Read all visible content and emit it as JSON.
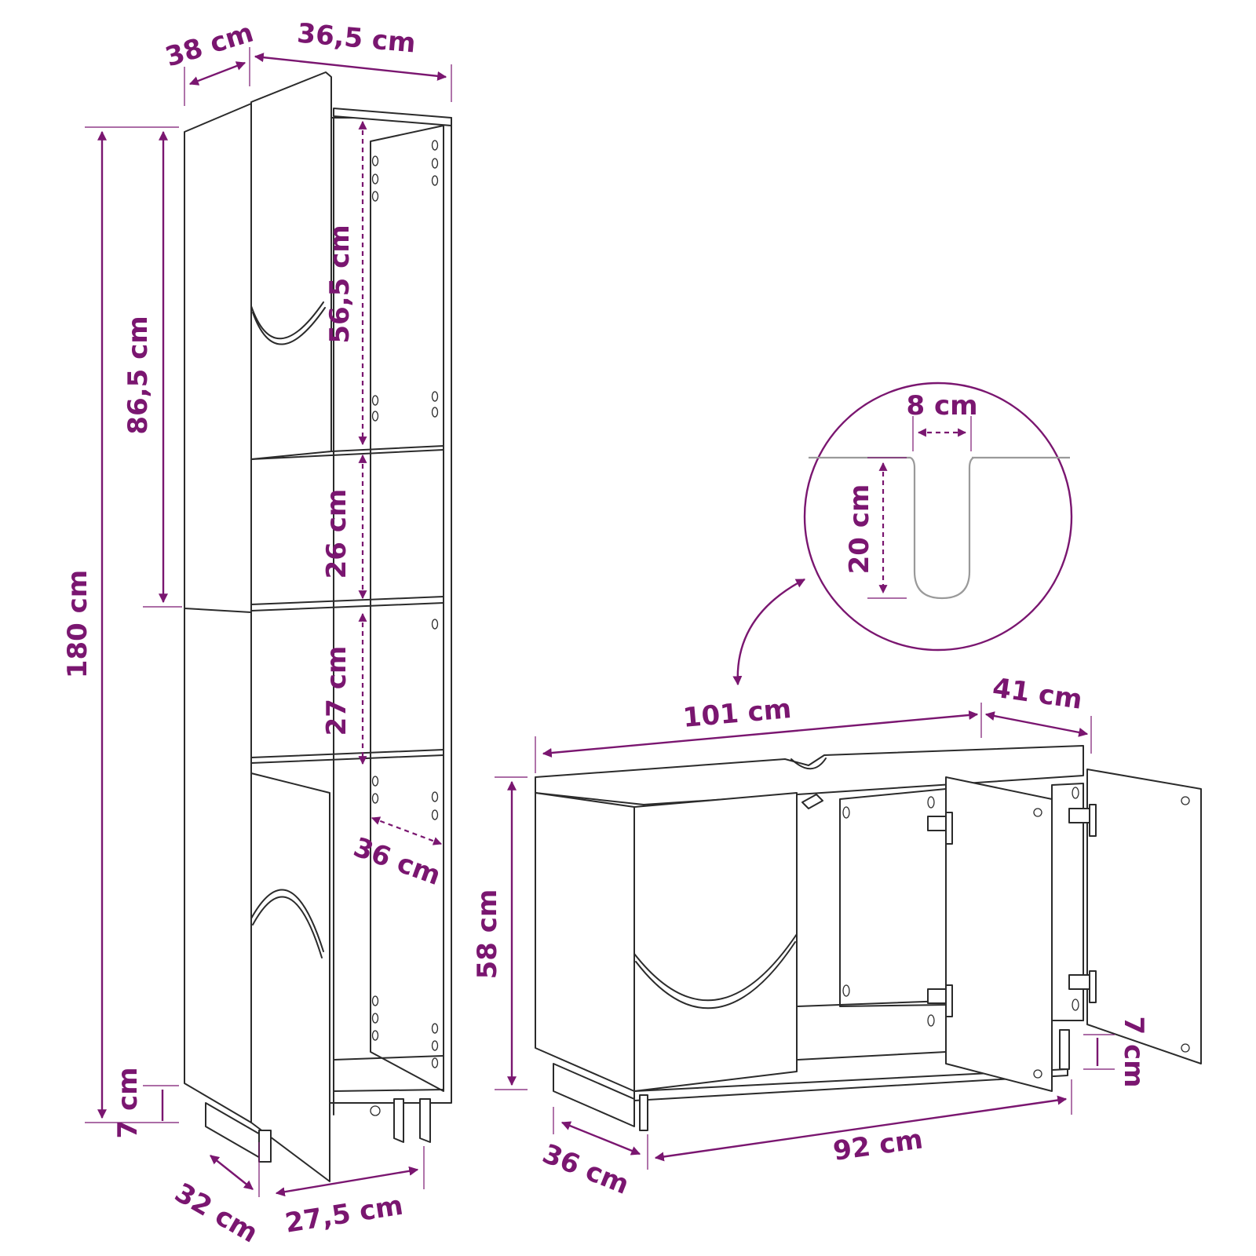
{
  "colors": {
    "accent": "#7a1670",
    "outline": "#2b2b2b",
    "background": "#ffffff"
  },
  "tall_cabinet": {
    "depth": "38 cm",
    "width": "36,5 cm",
    "height_total": "180 cm",
    "height_upper_door": "86,5 cm",
    "height_upper_compartment": "56,5 cm",
    "height_open_shelf_1": "26 cm",
    "height_open_shelf_2": "27 cm",
    "inner_depth": "36 cm",
    "leg_height": "7 cm",
    "base_depth": "32 cm",
    "base_width": "27,5 cm"
  },
  "sink_cabinet": {
    "width": "101 cm",
    "depth": "41 cm",
    "height": "58 cm",
    "leg_height": "7 cm",
    "base_depth": "36 cm",
    "base_width": "92 cm"
  },
  "notch_detail": {
    "width": "8 cm",
    "depth": "20 cm"
  }
}
